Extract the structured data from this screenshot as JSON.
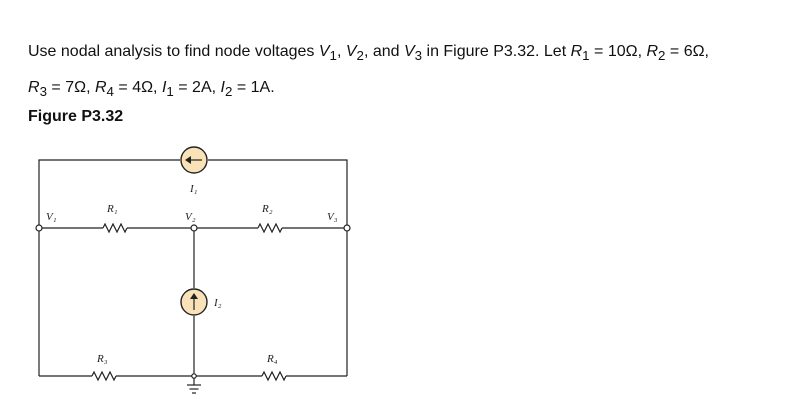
{
  "problem": {
    "line1": {
      "lead": "Use nodal analysis to find node voltages ",
      "v1": "V",
      "v1_sub": "1",
      "sep1": ", ",
      "v2": "V",
      "v2_sub": "2",
      "sep2": ", and ",
      "v3": "V",
      "v3_sub": "3",
      "mid": " in Figure P3.32. Let ",
      "r1": "R",
      "r1_sub": "1",
      "r1_val": " = 10Ω, ",
      "r2": "R",
      "r2_sub": "2",
      "r2_val": " = 6Ω,"
    },
    "line2": {
      "r3": "R",
      "r3_sub": "3",
      "r3_val": " = 7Ω, ",
      "r4": "R",
      "r4_sub": "4",
      "r4_val": " = 4Ω, ",
      "i1": "I",
      "i1_sub": "1",
      "i1_val": " = 2A, ",
      "i2": "I",
      "i2_sub": "2",
      "i2_val": " = 1A."
    }
  },
  "figure": {
    "caption": "Figure P3.32",
    "labels": {
      "v1": "V₁",
      "v2": "V₂",
      "v3": "V₃",
      "r1": "R₁",
      "r2": "R₂",
      "r3": "R₃",
      "r4": "R₄",
      "i1": "I₁",
      "i2": "I₂"
    },
    "colors": {
      "source_fill": "#f9e2b8",
      "wire": "#222222"
    }
  }
}
